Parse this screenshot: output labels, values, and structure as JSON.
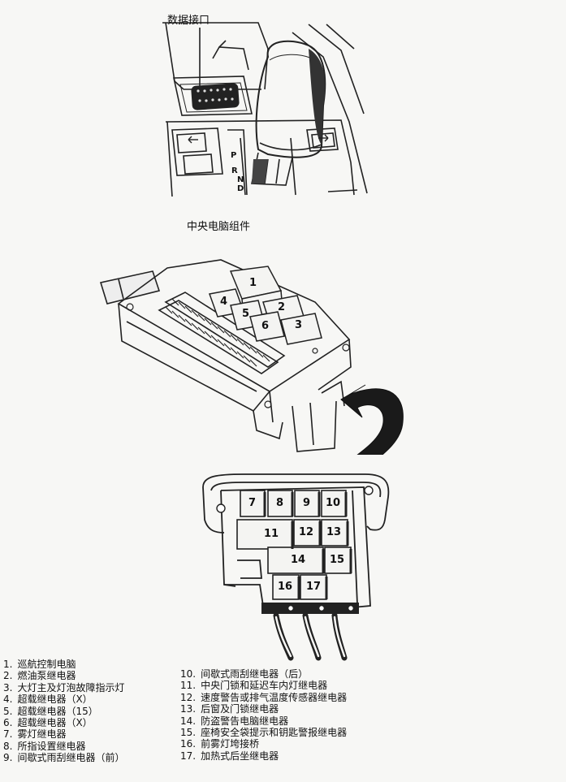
{
  "captions": {
    "data_port": "数据接口",
    "central_module": "中央电脑组件"
  },
  "module_relays": [
    "1",
    "2",
    "3",
    "4",
    "5",
    "6"
  ],
  "bracket_relays": [
    "7",
    "8",
    "9",
    "10",
    "11",
    "12",
    "13",
    "14",
    "15",
    "16",
    "17"
  ],
  "shift_letters": [
    "P",
    "R",
    "N",
    "D"
  ],
  "legend_left": [
    {
      "num": "1.",
      "text": "巡航控制电脑"
    },
    {
      "num": "2.",
      "text": "燃油泵继电器"
    },
    {
      "num": "3.",
      "text": "大灯主及灯泡故障指示灯"
    },
    {
      "num": "4.",
      "text": "超载继电器（X）"
    },
    {
      "num": "5.",
      "text": "超载继电器（15）"
    },
    {
      "num": "6.",
      "text": "超载继电器（X）"
    },
    {
      "num": "7.",
      "text": "雾灯继电器"
    },
    {
      "num": "8.",
      "text": "所指设置继电器"
    },
    {
      "num": "9.",
      "text": "间歇式雨刮继电器（前）"
    }
  ],
  "legend_right": [
    {
      "num": "10.",
      "text": "间歇式雨刮继电器（后）"
    },
    {
      "num": "11.",
      "text": "中央门锁和延迟车内灯继电器"
    },
    {
      "num": "12.",
      "text": "速度警告或排气温度传感器继电器"
    },
    {
      "num": "13.",
      "text": "后窗及门锁继电器"
    },
    {
      "num": "14.",
      "text": "防盗警告电脑继电器"
    },
    {
      "num": "15.",
      "text": "座椅安全袋提示和钥匙警报继电器"
    },
    {
      "num": "16.",
      "text": "前雾灯垮接桥"
    },
    {
      "num": "17.",
      "text": "加热式后坐继电器"
    }
  ]
}
